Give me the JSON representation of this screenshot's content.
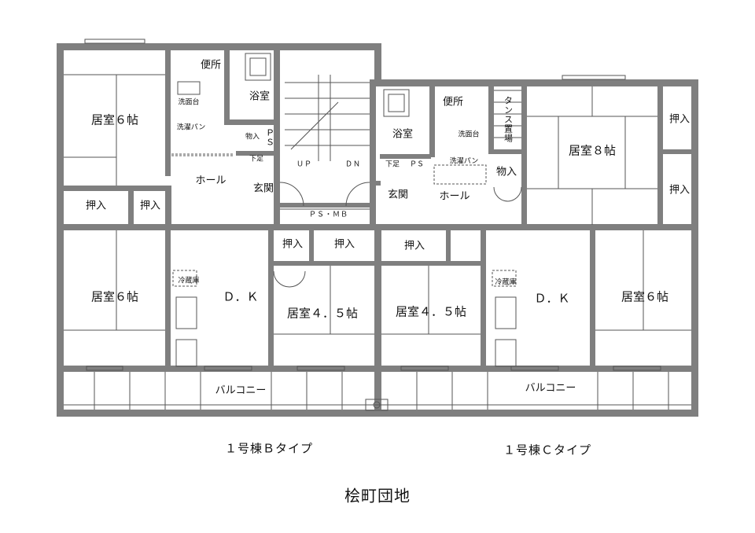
{
  "labels": {
    "b_room6_top": "居室６帖",
    "b_toilet": "便所",
    "b_bath": "浴室",
    "b_washbasin": "洗面台",
    "b_washpan": "洗濯パン",
    "b_storage_small": "物入",
    "b_ps": "ＰＳ",
    "b_shoebox": "下足",
    "b_hall": "ホール",
    "b_entrance": "玄関",
    "b_oshiire1": "押入",
    "b_oshiire2": "押入",
    "b_room6_bottom": "居室６帖",
    "b_fridge": "冷蔵庫",
    "b_dk": "Ｄ．Ｋ",
    "b_oshiire3": "押入",
    "b_oshiire4": "押入",
    "b_room45": "居室４．５帖",
    "b_balcony": "バルコニー",
    "stair_up": "ＵＰ",
    "stair_dn": "ＤＮ",
    "ps_mb": "ＰＳ・ＭＢ",
    "c_bath": "浴室",
    "c_toilet": "便所",
    "c_washbasin": "洗面台",
    "c_washpan": "洗濯パン",
    "c_shoebox": "下足",
    "c_ps": "ＰＳ",
    "c_entrance": "玄関",
    "c_hall": "ホール",
    "c_tansu": "タンス置場",
    "c_storage": "物入",
    "c_room8": "居室８帖",
    "c_oshiire1": "押入",
    "c_oshiire2": "押入",
    "c_oshiire3": "押入",
    "c_room45": "居室４．５帖",
    "c_fridge": "冷蔵庫",
    "c_dk": "Ｄ．Ｋ",
    "c_room6": "居室６帖",
    "c_balcony": "バルコニー"
  },
  "captions": {
    "type_b": "１号棟Ｂタイプ",
    "type_c": "１号棟Ｃタイプ",
    "title": "桧町団地"
  },
  "colors": {
    "wall": "#7f7f7f",
    "line": "#555555",
    "text": "#111111"
  }
}
